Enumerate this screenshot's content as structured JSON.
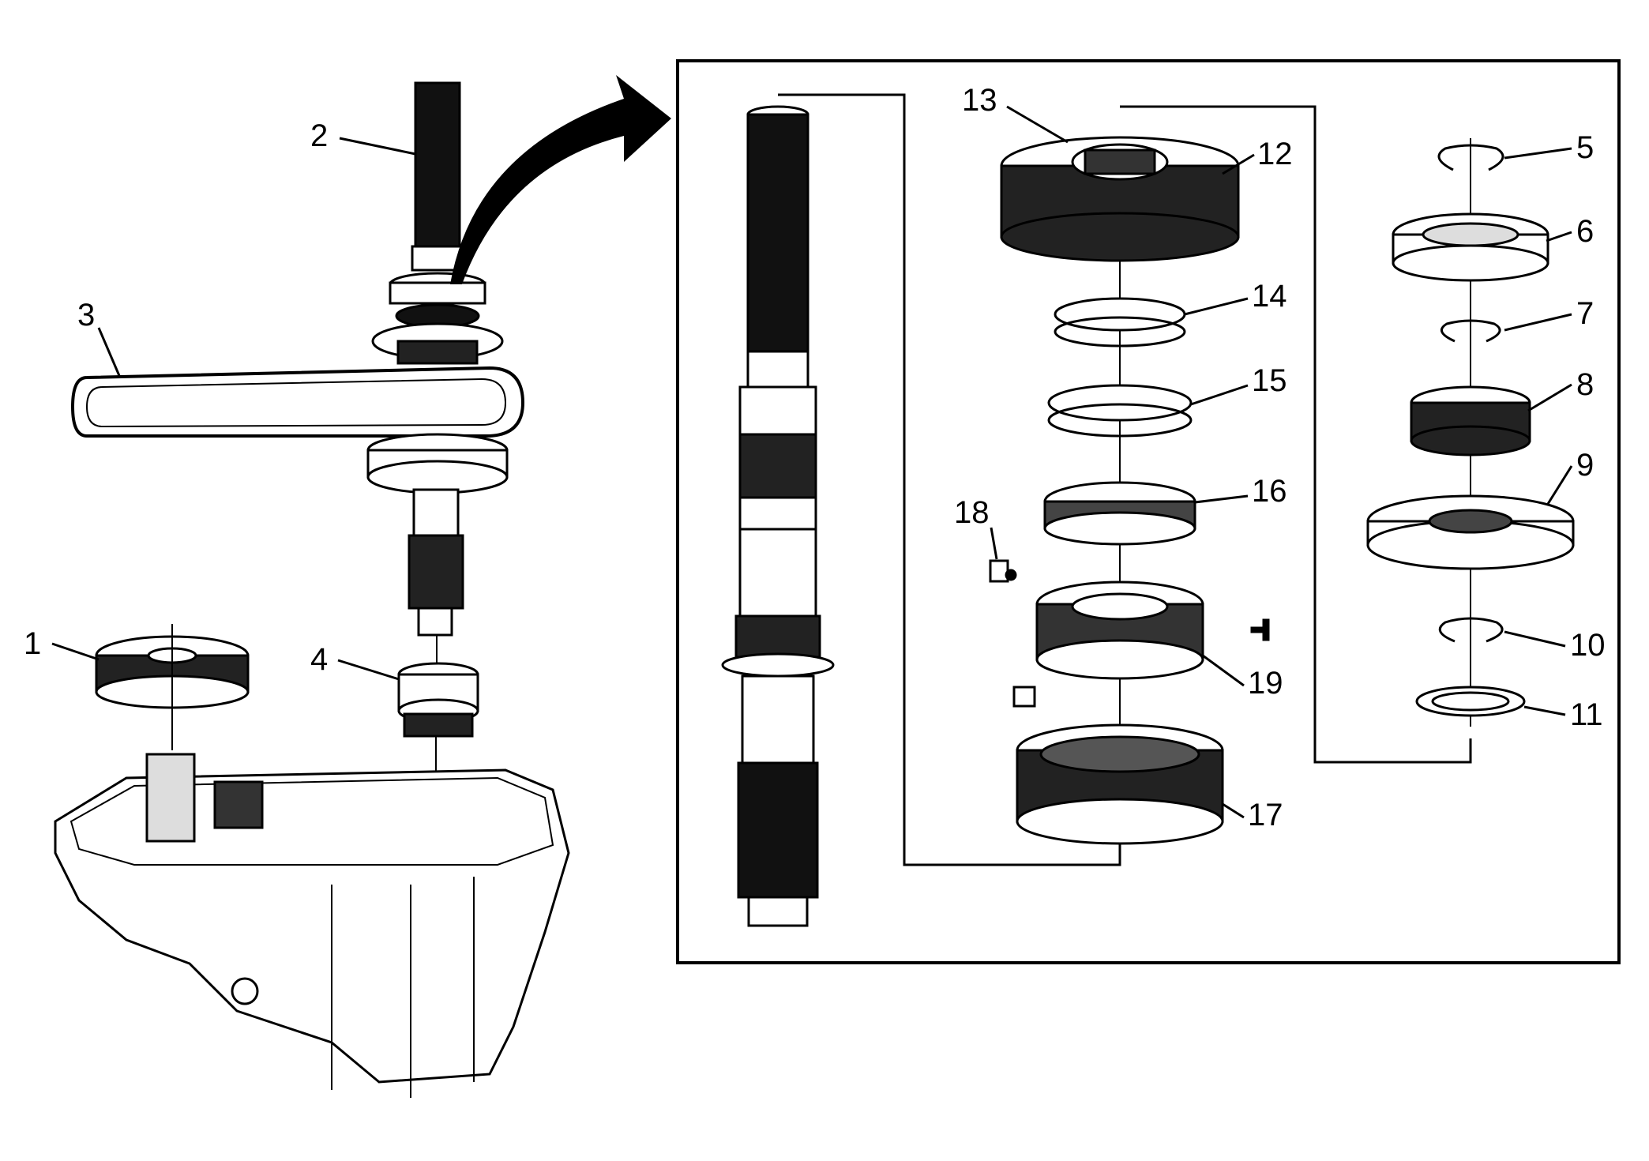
{
  "diagram": {
    "colors": {
      "line": "#000000",
      "dark": "#111111",
      "light": "#ffffff",
      "mid": "#cfcfcf"
    },
    "callouts": {
      "c1": "1",
      "c2": "2",
      "c3": "3",
      "c4": "4",
      "c5": "5",
      "c6": "6",
      "c7": "7",
      "c8": "8",
      "c9": "9",
      "c10": "10",
      "c11": "11",
      "c12": "12",
      "c13": "13",
      "c14": "14",
      "c15": "15",
      "c16": "16",
      "c17": "17",
      "c18": "18",
      "c19": "19"
    }
  }
}
